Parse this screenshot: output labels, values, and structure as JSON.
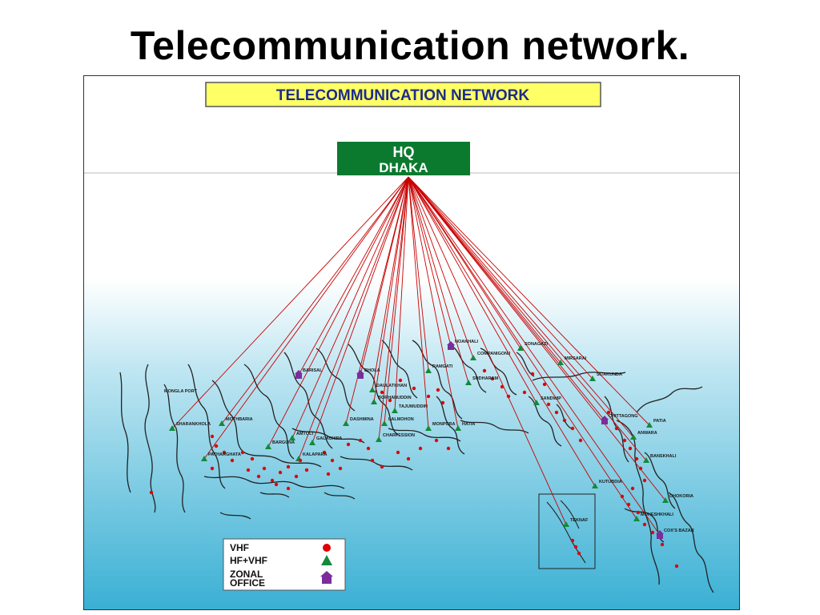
{
  "slide": {
    "title": "Telecommunication network."
  },
  "map": {
    "banner": "TELECOMMUNICATION NETWORK",
    "hq": {
      "line1": "HQ",
      "line2": "DHAKA"
    }
  },
  "legend": {
    "vhf": "VHF",
    "hf_vhf": "HF+VHF",
    "zonal_1": "ZONAL",
    "zonal_2": "OFFICE"
  },
  "places": [
    "MONGLA PORT",
    "SHARANKHOLA",
    "MOTHBARIA",
    "PATHARGHATA",
    "BARGUNA",
    "AMTOLI",
    "GALACHIPA",
    "KALAPARA",
    "BARISAL",
    "BHOLA",
    "DAULATKHAN",
    "BORHANUDDIN",
    "TAJUMUDDIN",
    "DASHMINA",
    "LALMOHON",
    "CHARFESSION",
    "MONPURA",
    "HATIA",
    "RAMGATI",
    "NOAKHALI",
    "COMPANIGONJ",
    "SUDHARAM",
    "SONAGAZI",
    "MIRSARAI",
    "SITAKUNDA",
    "SANDWIP",
    "CHITTAGONG",
    "PATIA",
    "ANWARA",
    "BANSKHALI",
    "KUTUBDIA",
    "CHOKORIA",
    "MOHESHKHALI",
    "COX'S BAZAR",
    "TEKNAF"
  ],
  "colors": {
    "link": "#c80000",
    "vhf": "#e00000",
    "hf_vhf": "#138a3a",
    "zonal": "#7b2d9b",
    "banner_bg": "#ffff66",
    "hq_bg": "#0b7a2f"
  }
}
